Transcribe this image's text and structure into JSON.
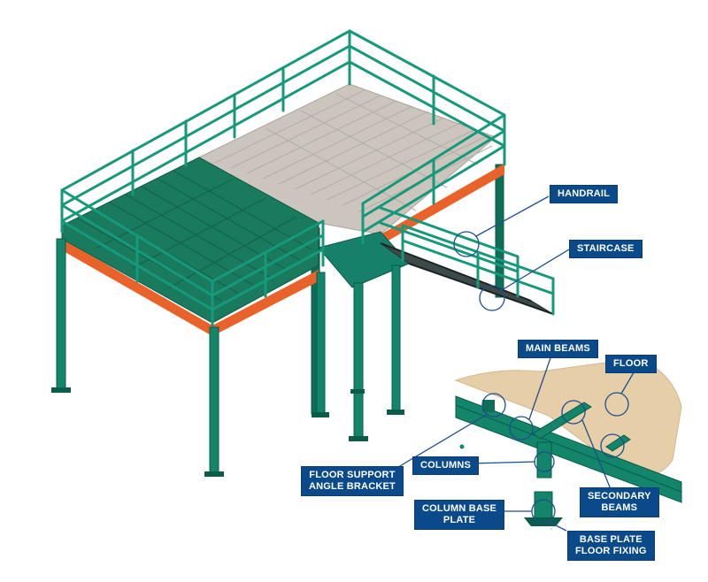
{
  "labels": {
    "handrail": "HANDRAIL",
    "staircase": "STAIRCASE",
    "main_beams": "MAIN BEAMS",
    "floor": "FLOOR",
    "columns": "COLUMNS",
    "floor_support_line1": "FLOOR SUPPORT",
    "floor_support_line2": "ANGLE BRACKET",
    "secondary_beams_line1": "SECONDARY",
    "secondary_beams_line2": "BEAMS",
    "column_base_line1": "COLUMN BASE",
    "column_base_line2": "PLATE",
    "base_plate_line1": "BASE PLATE",
    "base_plate_line2": "FLOOR FIXING"
  },
  "colors": {
    "steel_green": "#13856b",
    "steel_dark": "#0b5c48",
    "grating_green": "#1a7a5e",
    "deck_grey": "#c9c3bc",
    "edge_orange": "#e8622a",
    "label_blue": "#0a4a8a",
    "callout_line": "#1c4f8f",
    "floor_beige": "#e6cfa8"
  }
}
